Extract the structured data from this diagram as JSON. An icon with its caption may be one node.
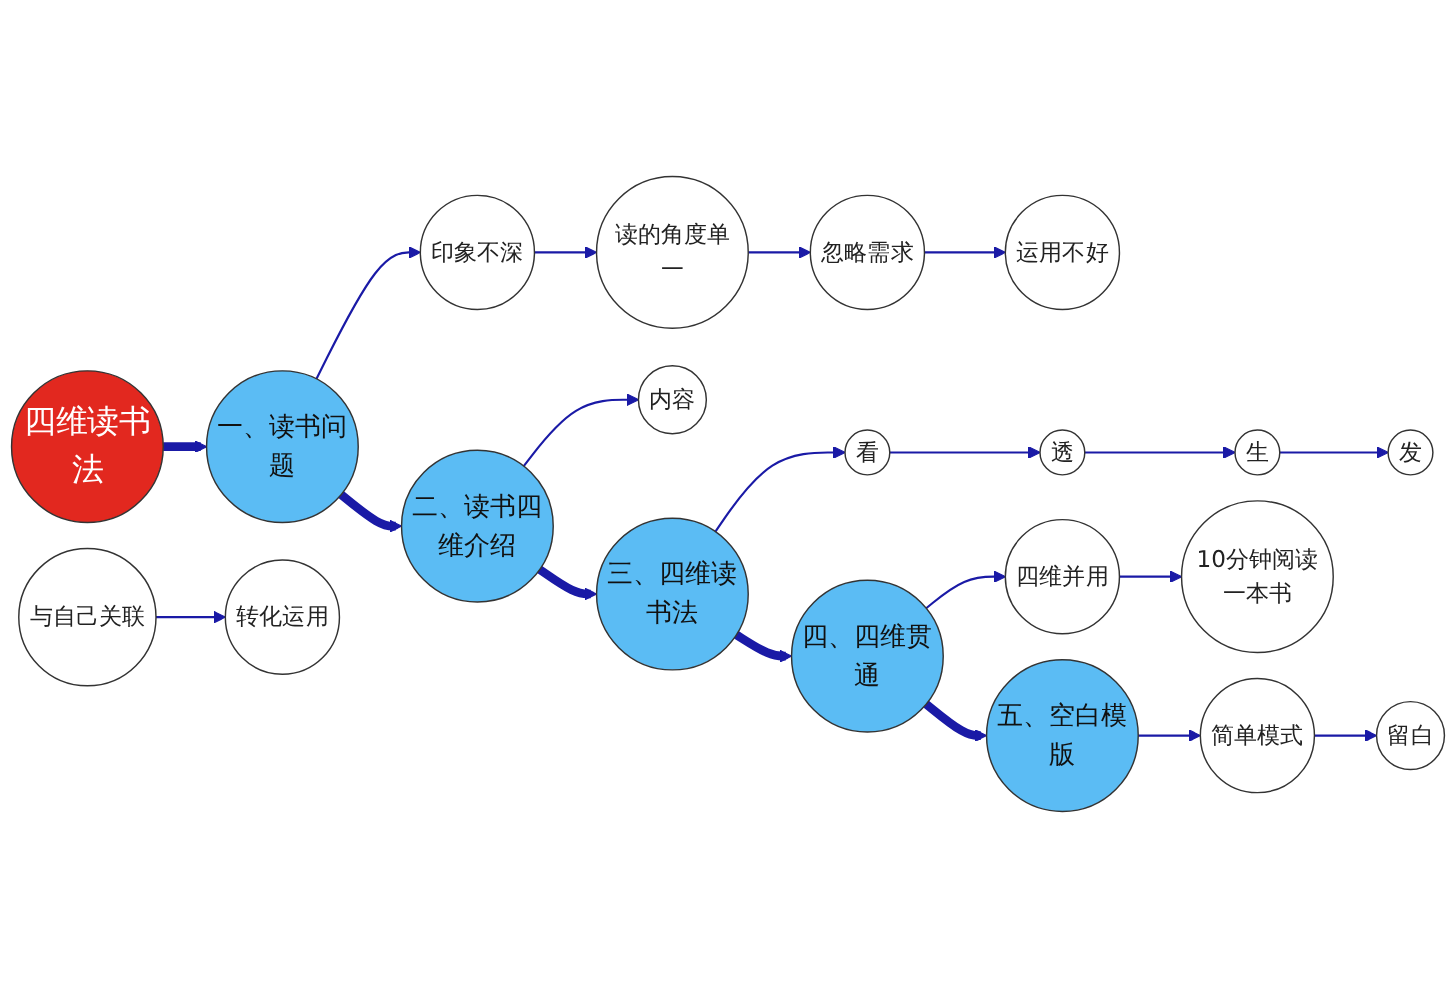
{
  "diagram": {
    "nodes": [
      {
        "text": [
          "四维读书法"
        ]
      },
      {
        "text": [
          "一、读书问题"
        ]
      },
      {
        "text": [
          "读的角度单一"
        ]
      },
      {
        "text": [
          "忽略需求"
        ]
      },
      {
        "text": [
          "运用不好"
        ]
      },
      {
        "text": [
          "印象不深"
        ]
      },
      {
        "text": [
          "二、读书四维介绍"
        ]
      },
      {
        "text": [
          "内容"
        ]
      },
      {
        "text": [
          "与自己关联"
        ]
      },
      {
        "text": [
          "转化运用"
        ]
      },
      {
        "text": [
          "三、四维读书法"
        ]
      },
      {
        "text": [
          "看"
        ]
      },
      {
        "text": [
          "透"
        ]
      },
      {
        "text": [
          "生"
        ]
      },
      {
        "text": [
          "发"
        ]
      },
      {
        "text": [
          "四、四维贯通"
        ]
      },
      {
        "text": [
          "四维并用"
        ]
      },
      {
        "text": [
          "10分钟阅读一本书"
        ]
      },
      {
        "text": [
          "五、空白模版"
        ]
      },
      {
        "text": [
          "简单模式"
        ]
      },
      {
        "text": [
          "留白"
        ]
      }
    ],
    "edges": [
      {
        "from": 0,
        "to": 1,
        "arrow": "to",
        "style": "thick"
      },
      {
        "from": 1,
        "to": 5,
        "arrow": "to"
      },
      {
        "from": 5,
        "to": 2,
        "arrow": "to"
      },
      {
        "from": 2,
        "to": 3,
        "arrow": "to"
      },
      {
        "from": 3,
        "to": 4,
        "arrow": "to"
      },
      {
        "from": 1,
        "to": 6,
        "arrow": "to",
        "style": "thick"
      },
      {
        "from": 6,
        "to": 7,
        "arrow": "to"
      },
      {
        "from": 8,
        "to": 9,
        "arrow": "to"
      },
      {
        "from": 6,
        "to": 10,
        "arrow": "to",
        "style": "thick"
      },
      {
        "from": 10,
        "to": 11,
        "arrow": "to"
      },
      {
        "from": 11,
        "to": 12,
        "arrow": "to"
      },
      {
        "from": 12,
        "to": 13,
        "arrow": "to"
      },
      {
        "from": 13,
        "to": 14,
        "arrow": "to"
      },
      {
        "from": 10,
        "to": 15,
        "arrow": "to",
        "style": "thick"
      },
      {
        "from": 15,
        "to": 16,
        "arrow": "to"
      },
      {
        "from": 16,
        "to": 17,
        "arrow": "to"
      },
      {
        "from": 15,
        "to": 18,
        "arrow": "to",
        "style": "thick"
      },
      {
        "from": 18,
        "to": 19,
        "arrow": "to"
      },
      {
        "from": 19,
        "to": 20,
        "arrow": "to"
      }
    ]
  }
}
